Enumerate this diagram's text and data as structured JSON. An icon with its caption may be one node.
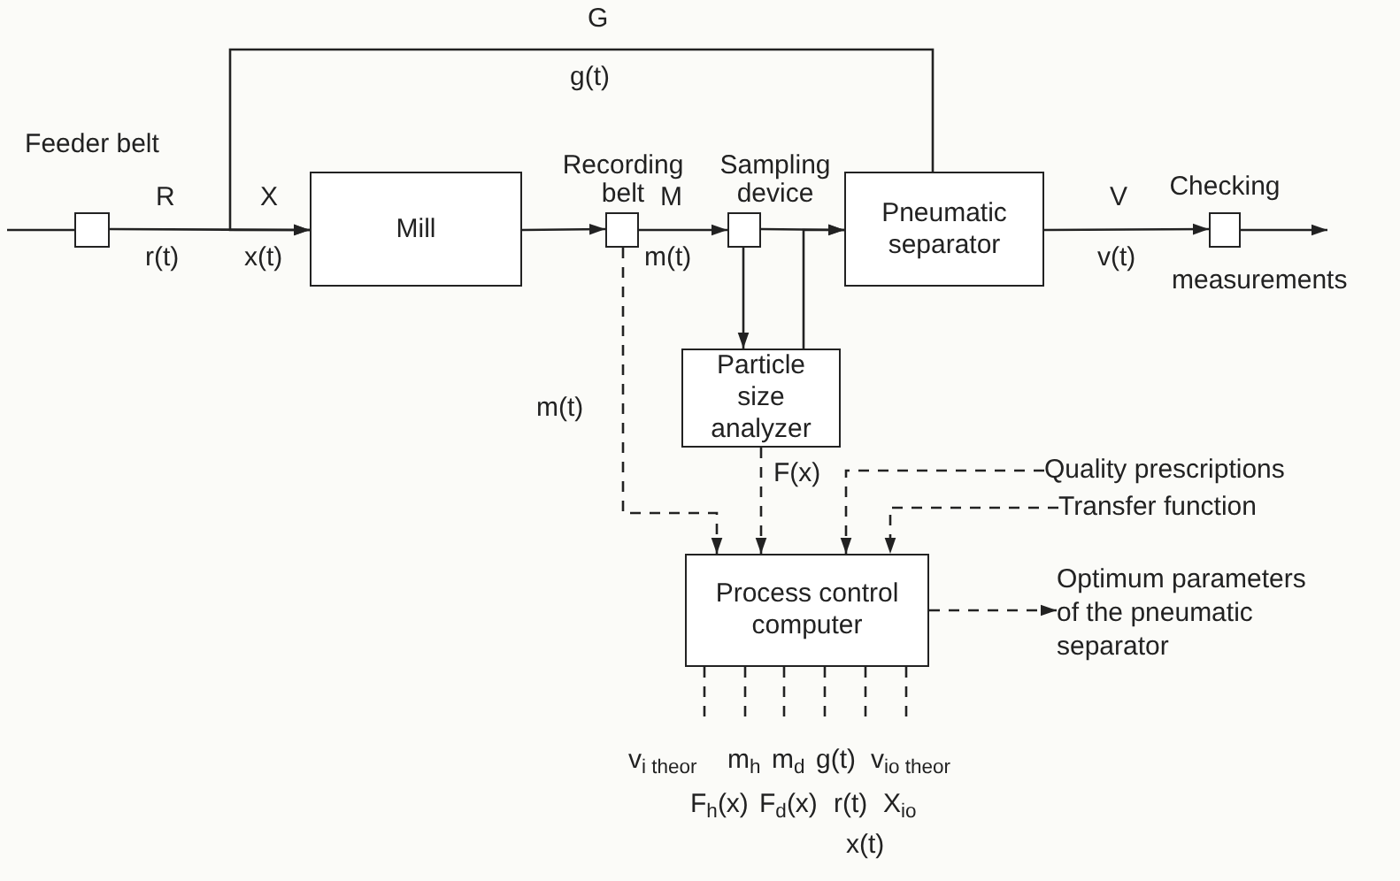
{
  "diagram": {
    "nodes": [
      {
        "text": [
          "Feeder belt"
        ]
      },
      {
        "text": [
          "Mill"
        ]
      },
      {
        "text": [
          "Recording belt"
        ]
      },
      {
        "text": [
          "Sampling device"
        ]
      },
      {
        "text": [
          "Pneumatic separator"
        ]
      },
      {
        "text": [
          "Checking"
        ]
      },
      {
        "text": [
          "Particle size analyzer"
        ]
      },
      {
        "text": [
          "Process control computer"
        ]
      },
      {
        "text": [
          "Quality prescriptions"
        ]
      },
      {
        "text": [
          "Transfer function"
        ]
      },
      {
        "text": [
          "Optimum parameters of the pneumatic separator"
        ]
      }
    ],
    "edges": [
      {
        "from": null,
        "to": 0,
        "arrow": "none"
      },
      {
        "from": 0,
        "to": 1,
        "arrow": "to"
      },
      {
        "from": 4,
        "to": 1,
        "arrow": "to"
      },
      {
        "from": 1,
        "to": 2,
        "arrow": "to"
      },
      {
        "from": 2,
        "to": 3,
        "arrow": "to"
      },
      {
        "from": 3,
        "to": 4,
        "arrow": "to"
      },
      {
        "from": 3,
        "to": 6,
        "arrow": "to"
      },
      {
        "from": 6,
        "to": 4,
        "arrow": "to"
      },
      {
        "from": 4,
        "to": 5,
        "arrow": "to"
      },
      {
        "from": 5,
        "to": null,
        "arrow": "to"
      },
      {
        "from": 2,
        "to": 7,
        "arrow": "to",
        "style": "dashed"
      },
      {
        "from": 6,
        "to": 7,
        "arrow": "to",
        "style": "dashed"
      },
      {
        "from": 8,
        "to": 7,
        "arrow": "to",
        "style": "dashed"
      },
      {
        "from": 9,
        "to": 7,
        "arrow": "to",
        "style": "dashed"
      },
      {
        "from": 7,
        "to": 10,
        "arrow": "to",
        "style": "dashed"
      },
      {
        "from": 7,
        "to": null,
        "arrow": "none",
        "style": "dashed"
      },
      {
        "from": 7,
        "to": null,
        "arrow": "none",
        "style": "dashed"
      },
      {
        "from": 7,
        "to": null,
        "arrow": "none",
        "style": "dashed"
      },
      {
        "from": 7,
        "to": null,
        "arrow": "none",
        "style": "dashed"
      },
      {
        "from": 7,
        "to": null,
        "arrow": "none",
        "style": "dashed"
      },
      {
        "from": 7,
        "to": null,
        "arrow": "none",
        "style": "dashed"
      }
    ],
    "labels": [
      "G",
      "g(t)",
      "R",
      "r(t)",
      "X",
      "x(t)",
      "M",
      "m(t)",
      "V",
      "v(t)",
      "m(t)",
      "F(x)",
      "v$_{i theor}$",
      "m$_{h}$",
      "m$_{d}$",
      "g(t)",
      "v$_{io theor}$",
      "F$_{h}$(x)",
      "F$_{d}$(x)",
      "r(t)",
      "X$_{io}$",
      "x(t)",
      "measurements"
    ]
  }
}
